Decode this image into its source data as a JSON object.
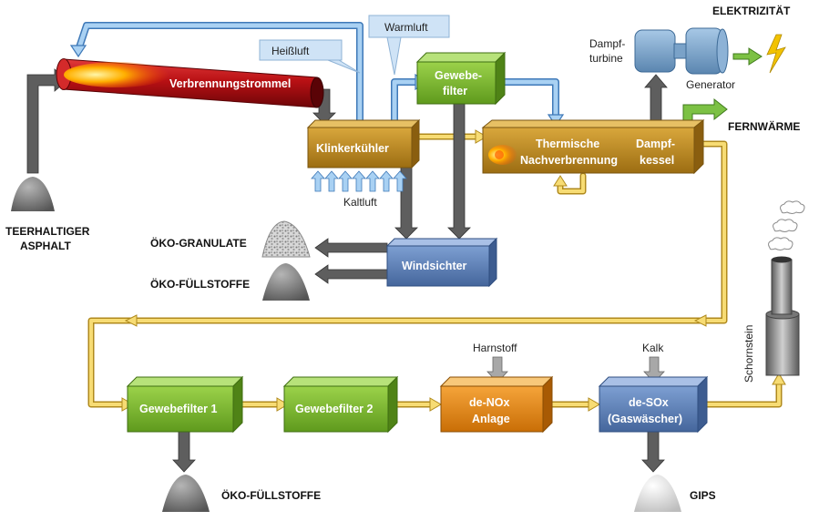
{
  "labels": {
    "elektrizitaet": "ELEKTRIZITÄT",
    "fernwaerme": "FERNWÄRME",
    "teerhaltiger": "TEERHALTIGER",
    "asphalt": "ASPHALT",
    "oeko_granulate": "ÖKO-GRANULATE",
    "oeko_fuellstoffe_top": "ÖKO-FÜLLSTOFFE",
    "oeko_fuellstoffe_bottom": "ÖKO-FÜLLSTOFFE",
    "gips": "GIPS",
    "heissluft": "Heißluft",
    "warmluft": "Warmluft",
    "kaltluft": "Kaltluft",
    "dampf": "Dampf-",
    "turbine": "turbine",
    "generator": "Generator",
    "harnstoff": "Harnstoff",
    "kalk": "Kalk",
    "schornstein": "Schornstein"
  },
  "boxes": {
    "verbrennungstrommel": "Verbrennungstrommel",
    "klinkerkuehler": "Klinkerkühler",
    "gewebe_1": "Gewebe-",
    "gewebe_2": "filter",
    "thermische_1": "Thermische",
    "thermische_2": "Nachverbrennung",
    "dampfkessel_1": "Dampf-",
    "dampfkessel_2": "kessel",
    "windsichter": "Windsichter",
    "gewebefilter1": "Gewebefilter 1",
    "gewebefilter2": "Gewebefilter 2",
    "denox_1": "de-NOx",
    "denox_2": "Anlage",
    "desox_1": "de-SOx",
    "desox_2": "(Gaswäscher)"
  },
  "colors": {
    "brown_box": "#b8861e",
    "green_box": "#7cb82e",
    "blue_box": "#5d80b8",
    "orange_box": "#e3860f",
    "blue_pipe": "#9cc8ee",
    "yellow_pipe": "#f7dc74",
    "gray_arrow": "#666666",
    "drum_red": "#c4161c"
  }
}
